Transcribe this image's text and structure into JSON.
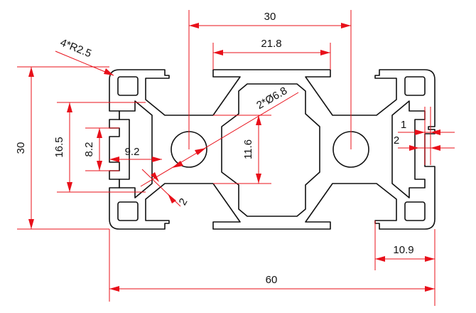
{
  "drawing": {
    "dimensions": {
      "top_width": "30",
      "slot_width": "21.8",
      "corner_radius": "4*R2.5",
      "hole_diameter": "2*Ø6.8",
      "overall_height": "30",
      "inner_height": "16.5",
      "slot_height": "8.2",
      "slot_depth": "9.2",
      "center_height": "11.6",
      "wall_offset_1": "1",
      "wall_offset_2": "2",
      "wall_thickness": "2",
      "side_width": "10.9",
      "overall_width": "60"
    },
    "colors": {
      "dimension": "#e8101a",
      "outline": "#111111",
      "background": "#ffffff"
    }
  }
}
